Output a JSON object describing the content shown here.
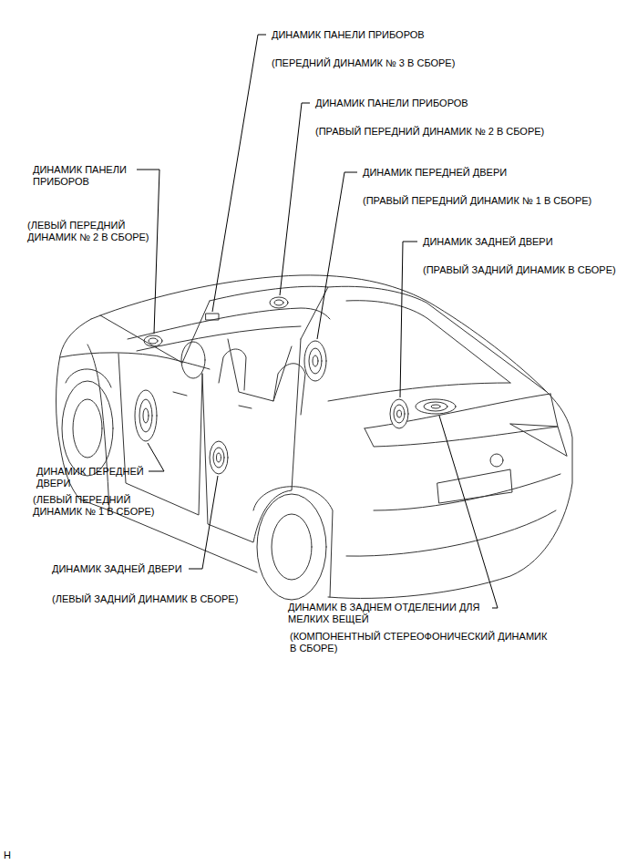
{
  "diagram": {
    "labels": [
      "ДИНАМИК ПАНЕЛИ ПРИБОРОВ",
      "(ПЕРЕДНИЙ ДИНАМИК № 3 В СБОРЕ)",
      "ДИНАМИК ПАНЕЛИ ПРИБОРОВ",
      "(ПРАВЫЙ ПЕРЕДНИЙ ДИНАМИК № 2 В СБОРЕ)",
      "ДИНАМИК ПАНЕЛИ ПРИБОРОВ",
      "(ЛЕВЫЙ ПЕРЕДНИЙ ДИНАМИК № 2 В СБОРЕ)",
      "ДИНАМИК ПЕРЕДНЕЙ ДВЕРИ",
      "(ПРАВЫЙ ПЕРЕДНИЙ ДИНАМИК № 1 В СБОРЕ)",
      "ДИНАМИК ЗАДНЕЙ ДВЕРИ",
      "(ПРАВЫЙ ЗАДНИЙ ДИНАМИК В СБОРЕ)",
      "ДИНАМИК ПЕРЕДНЕЙ ДВЕРИ",
      "(ЛЕВЫЙ ПЕРЕДНИЙ ДИНАМИК № 1 В СБОРЕ)",
      "ДИНАМИК ЗАДНЕЙ ДВЕРИ",
      "(ЛЕВЫЙ ЗАДНИЙ ДИНАМИК В СБОРЕ)",
      "ДИНАМИК В ЗАДНЕМ ОТДЕЛЕНИИ ДЛЯ МЕЛКИХ ВЕЩЕЙ",
      "(КОМПОНЕНТНЫЙ СТЕРЕОФОНИЧЕСКИЙ ДИНАМИК В СБОРЕ)",
      "H"
    ]
  }
}
